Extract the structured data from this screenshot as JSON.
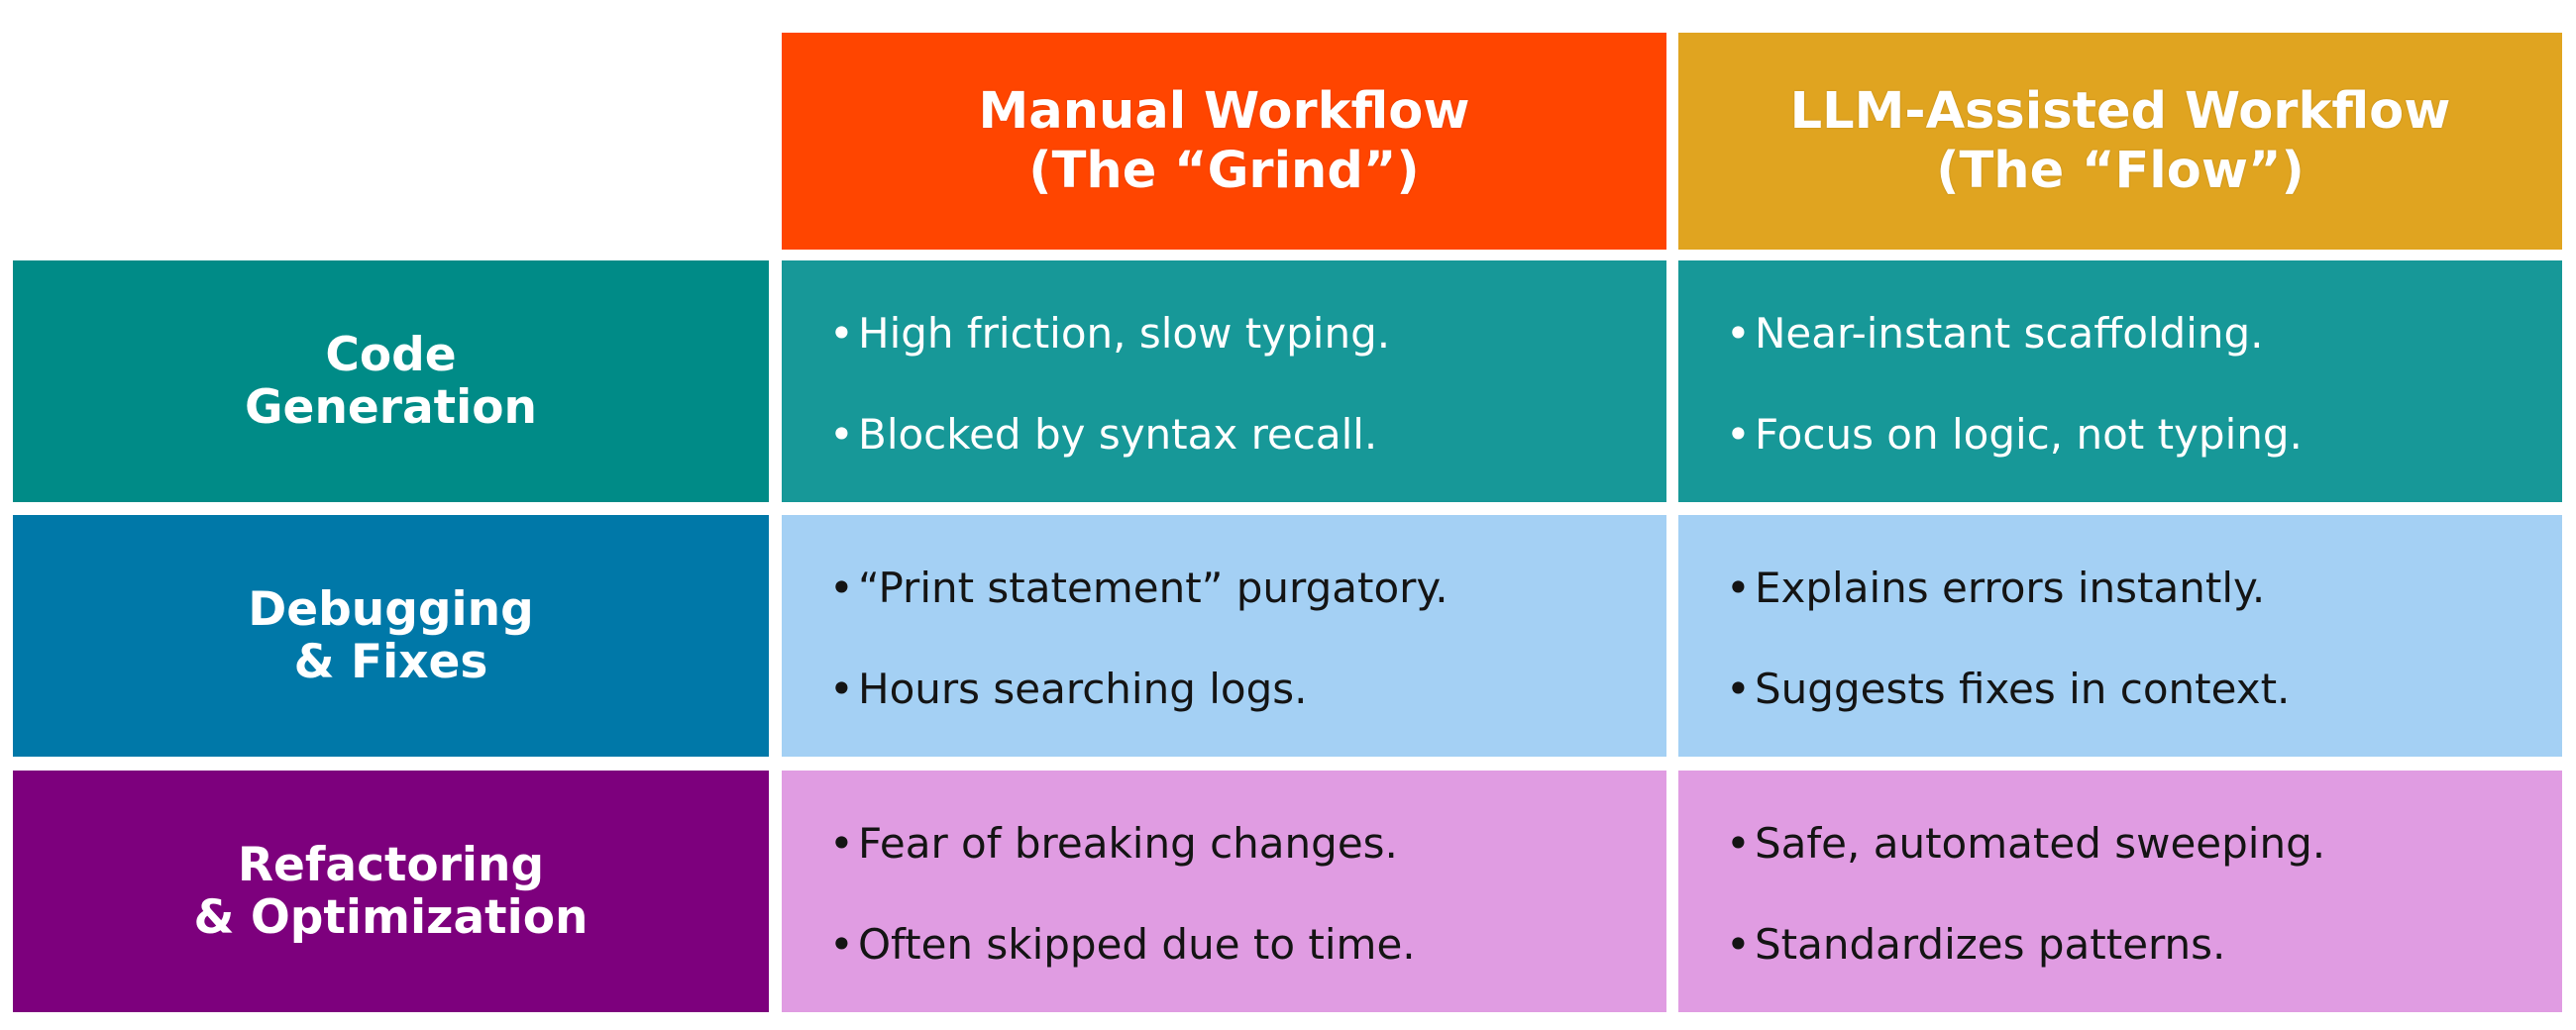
{
  "columns": [
    {
      "line1": "Manual Workflow",
      "line2": "(The “Grind”)",
      "color": "#FF4500"
    },
    {
      "line1": "LLM-Assisted Workflow",
      "line2": "(The “Flow”)",
      "color": "#E0A420"
    }
  ],
  "rows": [
    {
      "label_line1": "Code",
      "label_line2": "Generation",
      "label_color": "#008B87",
      "cell_color": "#179898",
      "text_color": "#FFFFFF",
      "manual": [
        "High friction, slow typing.",
        "Blocked by syntax recall."
      ],
      "llm": [
        "Near-instant scaffolding.",
        "Focus on logic, not typing."
      ]
    },
    {
      "label_line1": "Debugging",
      "label_line2": "& Fixes",
      "label_color": "#0078A8",
      "cell_color": "#A4D0F4",
      "text_color": "#141414",
      "manual": [
        "“Print statement” purgatory.",
        "Hours searching logs."
      ],
      "llm": [
        "Explains errors instantly.",
        "Suggests fixes in context."
      ]
    },
    {
      "label_line1": "Refactoring",
      "label_line2": "& Optimization",
      "label_color": "#7D007D",
      "cell_color": "#E09CE2",
      "text_color": "#141414",
      "manual": [
        "Fear of breaking changes.",
        "Often skipped due to time."
      ],
      "llm": [
        "Safe, automated sweeping.",
        "Standardizes patterns."
      ]
    }
  ],
  "bullet_glyph": "•"
}
